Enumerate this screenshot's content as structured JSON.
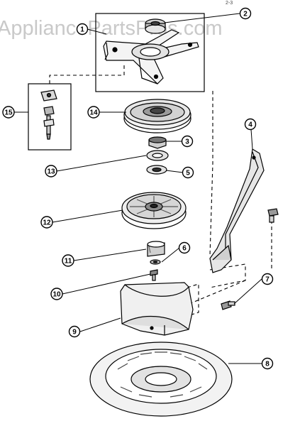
{
  "watermark": "AppliancePartsPros.com",
  "page_ref": "2-3",
  "callouts": {
    "c1": "1",
    "c2": "2",
    "c3": "3",
    "c4": "4",
    "c5": "5",
    "c6": "6",
    "c7": "7",
    "c8": "8",
    "c9": "9",
    "c10": "10",
    "c11": "11",
    "c12": "12",
    "c13": "13",
    "c14": "14",
    "c15": "15"
  }
}
